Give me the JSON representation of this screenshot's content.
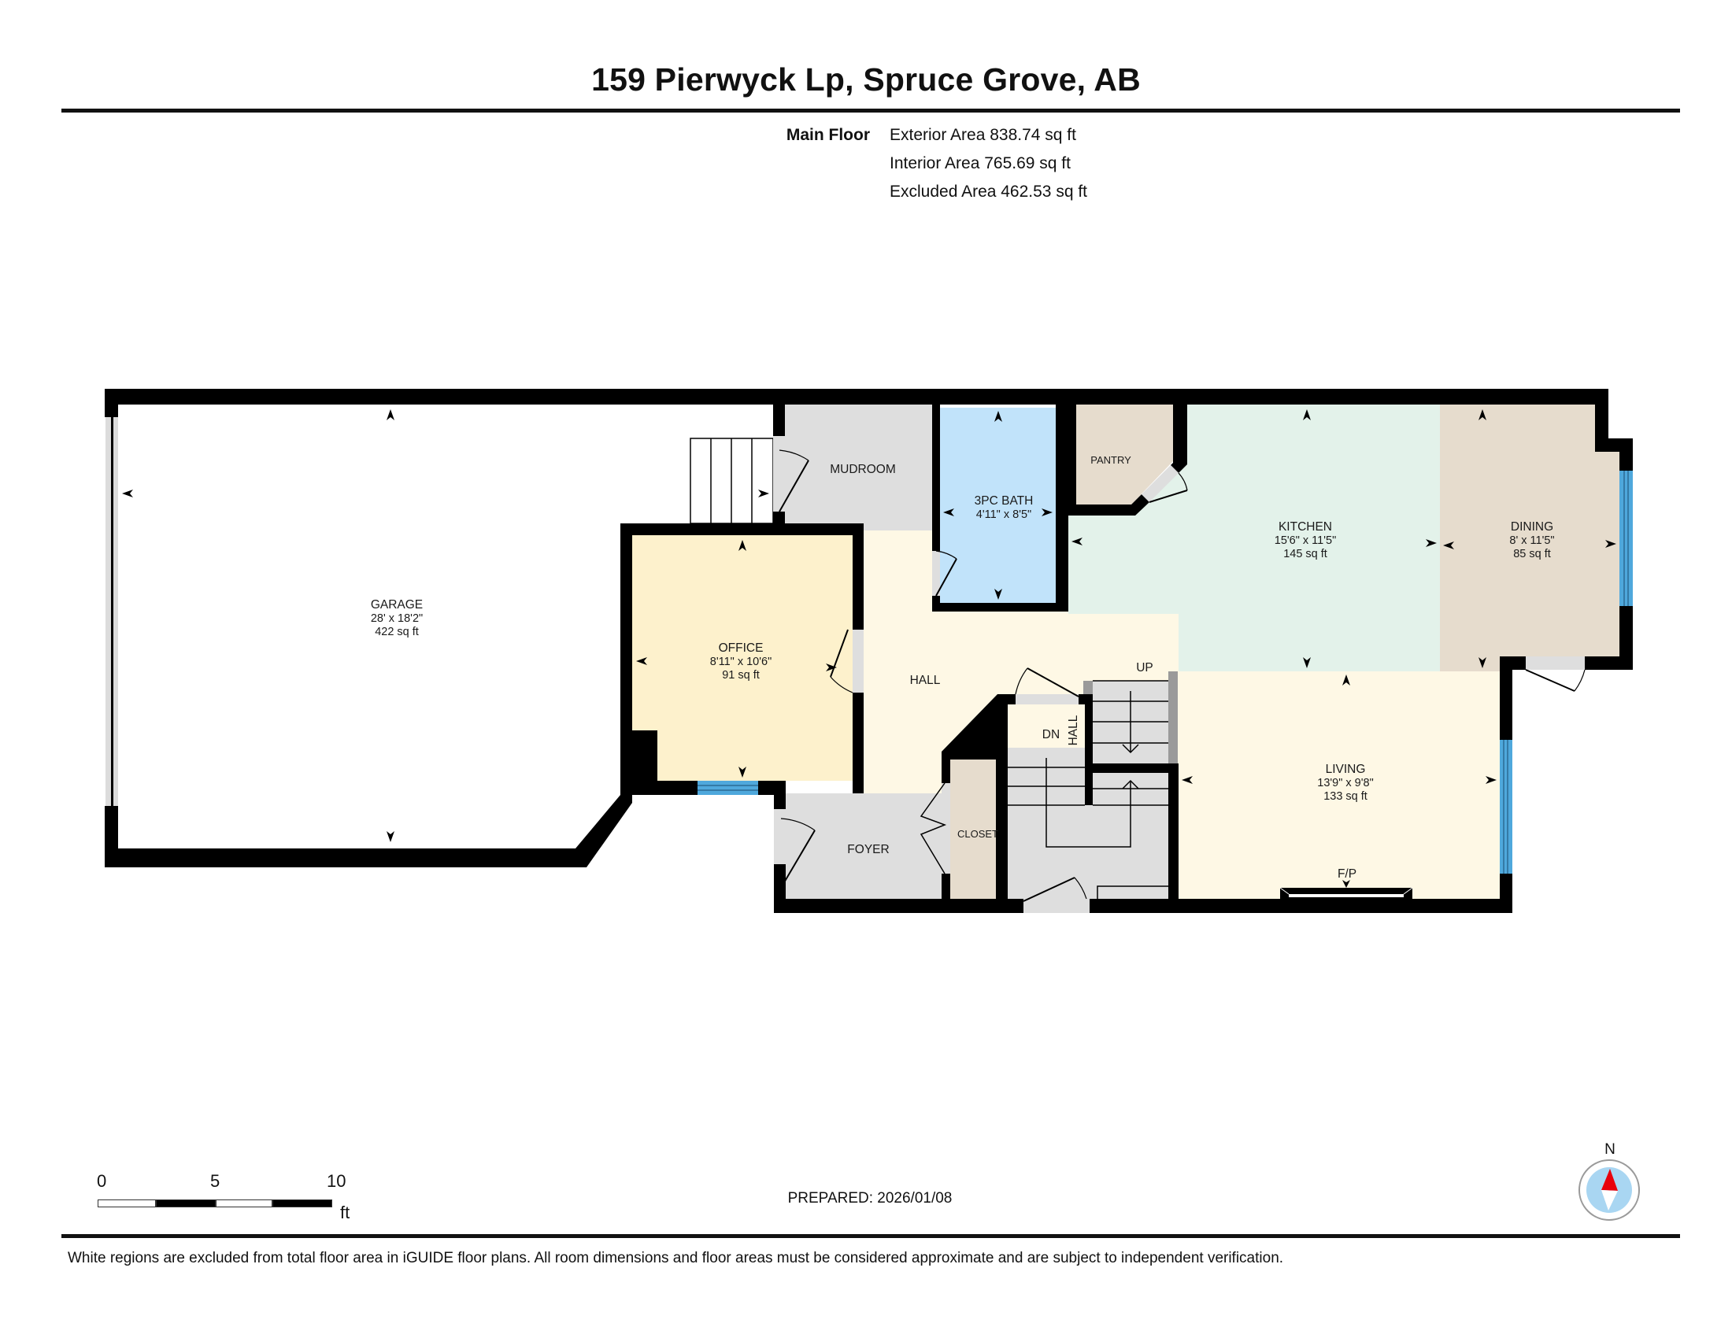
{
  "header": {
    "title": "159 Pierwyck Lp, Spruce Grove, AB"
  },
  "floor_summary": {
    "floor_label": "Main Floor",
    "exterior_area": "Exterior Area 838.74 sq ft",
    "interior_area": "Interior Area 765.69 sq ft",
    "excluded_area": "Excluded Area 462.53 sq ft"
  },
  "colors": {
    "wall": "#000000",
    "garage": "#ffffff",
    "office": "#fdf1cc",
    "hall": "#fef8e5",
    "mudroom": "#dedede",
    "bath": "#c1e3fa",
    "pantry": "#e6dccd",
    "kitchen": "#e3f2ea",
    "dining": "#e6dccd",
    "living": "#fef8e5",
    "foyer": "#dedede",
    "closet": "#e6dccd",
    "stairs": "#dedede",
    "window": "#4fa8dc",
    "compass_needle": "#e8000b",
    "compass_face": "#a9d6f2"
  },
  "rooms": {
    "garage": {
      "name": "GARAGE",
      "dims": "28' x 18'2\"",
      "area": "422 sq ft"
    },
    "office": {
      "name": "OFFICE",
      "dims": "8'11\" x 10'6\"",
      "area": "91 sq ft"
    },
    "mudroom": {
      "name": "MUDROOM"
    },
    "bath": {
      "name": "3PC BATH",
      "dims": "4'11\" x 8'5\""
    },
    "pantry": {
      "name": "PANTRY"
    },
    "kitchen": {
      "name": "KITCHEN",
      "dims": "15'6\" x 11'5\"",
      "area": "145 sq ft"
    },
    "dining": {
      "name": "DINING",
      "dims": "8' x 11'5\"",
      "area": "85 sq ft"
    },
    "hall": {
      "name": "HALL"
    },
    "living": {
      "name": "LIVING",
      "dims": "13'9\" x 9'8\"",
      "area": "133 sq ft"
    },
    "foyer": {
      "name": "FOYER"
    },
    "closet": {
      "name": "CLOSET"
    },
    "small_hall": {
      "name": "HALL"
    },
    "stairs_up": {
      "label": "UP"
    },
    "stairs_down": {
      "label": "DN"
    },
    "fireplace": {
      "label": "F/P"
    }
  },
  "scale_bar": {
    "ticks": [
      "0",
      "5",
      "10"
    ],
    "unit": "ft"
  },
  "prepared": "PREPARED: 2026/01/08",
  "compass": {
    "label": "N"
  },
  "disclaimer": "White regions are excluded from total floor area in iGUIDE floor plans. All room dimensions and floor areas must be considered approximate and are subject to independent verification."
}
